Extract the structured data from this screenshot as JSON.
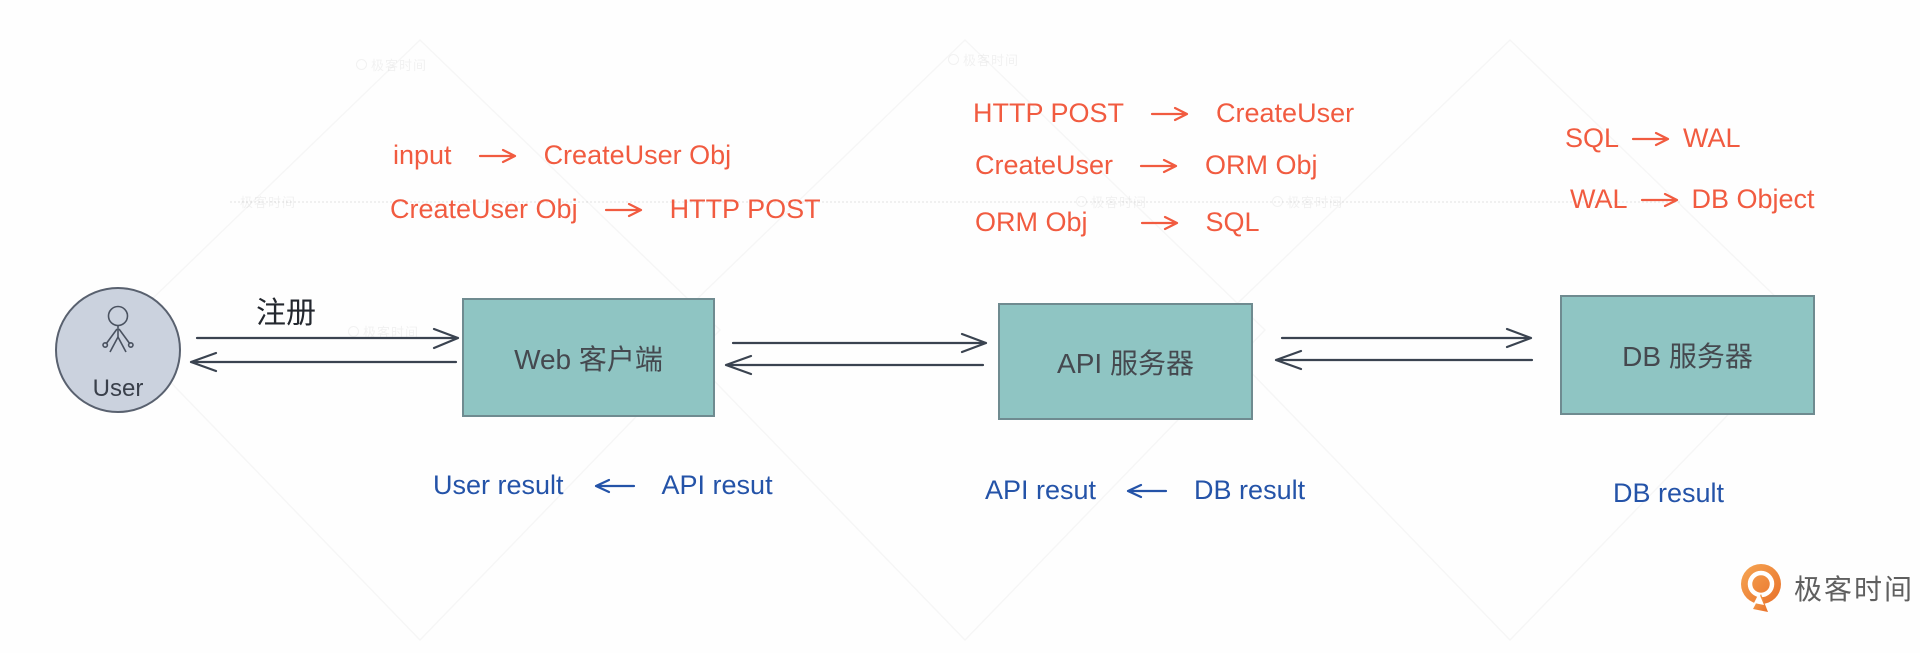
{
  "diagram_title": "user-registration-data-flow",
  "colors": {
    "annotation_orange": "#F15B40",
    "annotation_blue": "#2453A8",
    "node_fill": "#8FC5C3",
    "node_border": "#6F8B90",
    "arrow_stroke": "#3A4350",
    "actor_fill": "#CBD2DE",
    "actor_border": "#59616F",
    "logo_orange": "#ED7D31"
  },
  "actor": {
    "label": "User"
  },
  "register": {
    "label": "注册"
  },
  "nodes": {
    "web": {
      "label": "Web 客户端"
    },
    "api": {
      "label": "API 服务器"
    },
    "db": {
      "label": "DB 服务器"
    }
  },
  "transforms": {
    "web": [
      {
        "from": "input",
        "to": "CreateUser Obj"
      },
      {
        "from": "CreateUser Obj",
        "to": "HTTP POST"
      }
    ],
    "api": [
      {
        "from": "HTTP POST",
        "to": "CreateUser"
      },
      {
        "from": "CreateUser",
        "to": "ORM Obj"
      },
      {
        "from": "ORM Obj",
        "to": "SQL"
      }
    ],
    "db": [
      {
        "from": "SQL",
        "to": "WAL"
      },
      {
        "from": "WAL",
        "to": "DB Object"
      }
    ]
  },
  "results": {
    "web": {
      "left": "User result",
      "right": "API resut"
    },
    "api": {
      "left": "API resut",
      "right": "DB result"
    },
    "db": {
      "label": "DB result"
    }
  },
  "logo": {
    "label": "极客时间"
  },
  "watermark": {
    "text": "极客时间"
  }
}
